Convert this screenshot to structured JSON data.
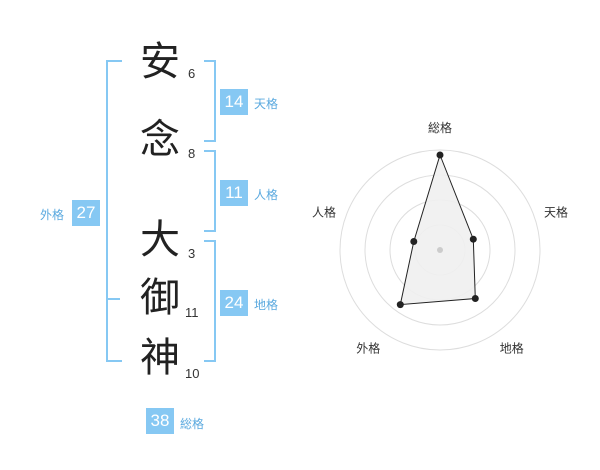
{
  "name": {
    "chars": [
      {
        "char": "安",
        "strokes": "6"
      },
      {
        "char": "念",
        "strokes": "8"
      },
      {
        "char": "大",
        "strokes": "3"
      },
      {
        "char": "御",
        "strokes": "11"
      },
      {
        "char": "神",
        "strokes": "10"
      }
    ]
  },
  "kakusu": {
    "tenkaku": {
      "value": "14",
      "label": "天格"
    },
    "jinkaku": {
      "value": "11",
      "label": "人格"
    },
    "chikaku": {
      "value": "24",
      "label": "地格"
    },
    "gaikaku": {
      "value": "27",
      "label": "外格"
    },
    "soukaku": {
      "value": "38",
      "label": "総格"
    }
  },
  "chart_data": {
    "type": "radar",
    "axes": [
      "総格",
      "天格",
      "地格",
      "外格",
      "人格"
    ],
    "values": [
      38,
      14,
      24,
      27,
      11
    ],
    "rings": 4
  },
  "colors": {
    "accent": "#86c8f3",
    "label": "#5aa9df",
    "polygon_fill": "#efefef"
  }
}
